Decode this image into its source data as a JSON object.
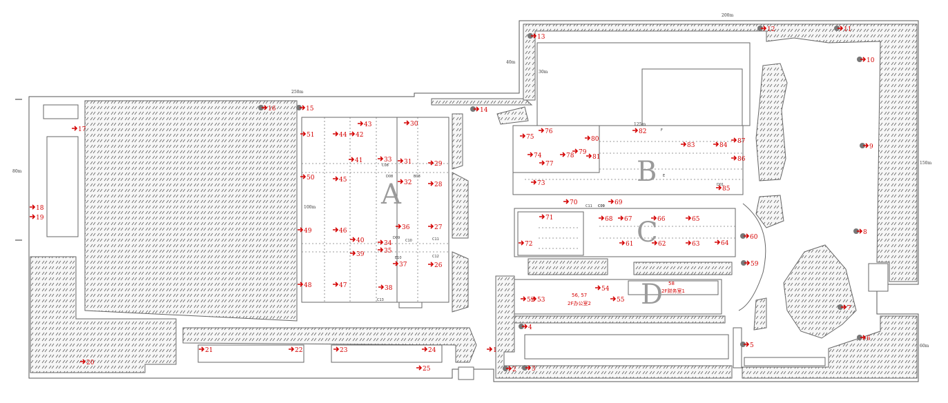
{
  "plan": {
    "zones": [
      "A",
      "B",
      "C",
      "D"
    ],
    "dimensions": [
      "200m",
      "40m",
      "30m",
      "250m",
      "80m",
      "150m",
      "60m",
      "100m",
      "125m"
    ],
    "grid_codes": [
      "C08",
      "D08",
      "B08",
      "C09",
      "D09",
      "C10",
      "E10",
      "C11",
      "C12",
      "C13",
      "C11",
      "C09",
      "D01",
      "F",
      "E"
    ],
    "notes": {
      "office_1": "2F财务室1",
      "office_2": "2F办公室2",
      "label_56_57": "56, 57",
      "label_58": "58"
    },
    "markers": [
      "1",
      "2",
      "3",
      "4",
      "5",
      "6",
      "7",
      "8",
      "9",
      "10",
      "11",
      "12",
      "13",
      "14",
      "15",
      "16",
      "17",
      "18",
      "19",
      "20",
      "21",
      "22",
      "23",
      "24",
      "25",
      "26",
      "27",
      "28",
      "29",
      "30",
      "31",
      "32",
      "33",
      "34",
      "35",
      "36",
      "37",
      "38",
      "39",
      "40",
      "41",
      "42",
      "43",
      "44",
      "45",
      "46",
      "47",
      "48",
      "49",
      "50",
      "51",
      "52",
      "53",
      "54",
      "55",
      "59",
      "60",
      "61",
      "62",
      "63",
      "64",
      "65",
      "66",
      "67",
      "68",
      "69",
      "70",
      "71",
      "72",
      "73",
      "74",
      "75",
      "76",
      "77",
      "78",
      "79",
      "80",
      "81",
      "82",
      "83",
      "84",
      "85",
      "86",
      "87"
    ]
  }
}
